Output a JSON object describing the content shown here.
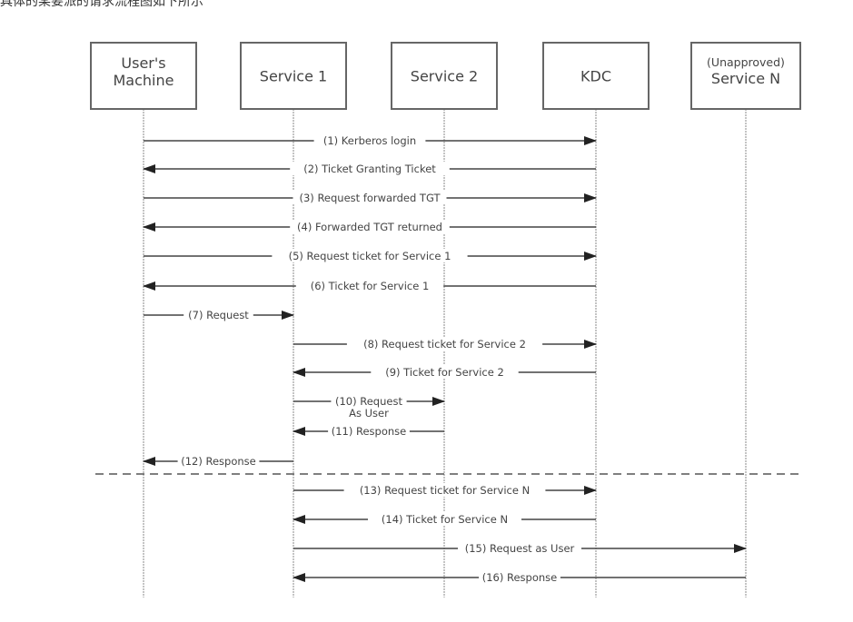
{
  "caption": "具体的某要派的请求流程图如下所示",
  "participants": [
    {
      "id": "user",
      "lines": [
        "User's",
        "Machine"
      ]
    },
    {
      "id": "s1",
      "lines": [
        "Service 1"
      ]
    },
    {
      "id": "s2",
      "lines": [
        "Service 2"
      ]
    },
    {
      "id": "kdc",
      "lines": [
        "KDC"
      ]
    },
    {
      "id": "sn",
      "lines": [
        "(Unapproved)",
        "Service N"
      ]
    }
  ],
  "messages": [
    {
      "from": "user",
      "to": "kdc",
      "label": [
        "(1) Kerberos login"
      ]
    },
    {
      "from": "kdc",
      "to": "user",
      "label": [
        "(2) Ticket Granting Ticket"
      ]
    },
    {
      "from": "user",
      "to": "kdc",
      "label": [
        "(3) Request forwarded TGT"
      ]
    },
    {
      "from": "kdc",
      "to": "user",
      "label": [
        "(4) Forwarded TGT returned"
      ]
    },
    {
      "from": "user",
      "to": "kdc",
      "label": [
        "(5) Request ticket for Service 1"
      ]
    },
    {
      "from": "kdc",
      "to": "user",
      "label": [
        "(6) Ticket for Service 1"
      ]
    },
    {
      "from": "user",
      "to": "s1",
      "label": [
        "(7) Request"
      ]
    },
    {
      "from": "s1",
      "to": "kdc",
      "label": [
        "(8) Request ticket for Service 2"
      ]
    },
    {
      "from": "kdc",
      "to": "s1",
      "label": [
        "(9) Ticket for Service 2"
      ]
    },
    {
      "from": "s1",
      "to": "s2",
      "label": [
        "(10) Request",
        "As User"
      ]
    },
    {
      "from": "s2",
      "to": "s1",
      "label": [
        "(11) Response"
      ]
    },
    {
      "from": "s1",
      "to": "user",
      "label": [
        "(12) Response"
      ]
    },
    {
      "from": "s1",
      "to": "kdc",
      "label": [
        "(13) Request ticket for Service N"
      ]
    },
    {
      "from": "kdc",
      "to": "s1",
      "label": [
        "(14) Ticket for Service N"
      ]
    },
    {
      "from": "s1",
      "to": "sn",
      "label": [
        "(15) Request as User"
      ]
    },
    {
      "from": "sn",
      "to": "s1",
      "label": [
        "(16) Response"
      ]
    }
  ],
  "separator_after_message": 12
}
